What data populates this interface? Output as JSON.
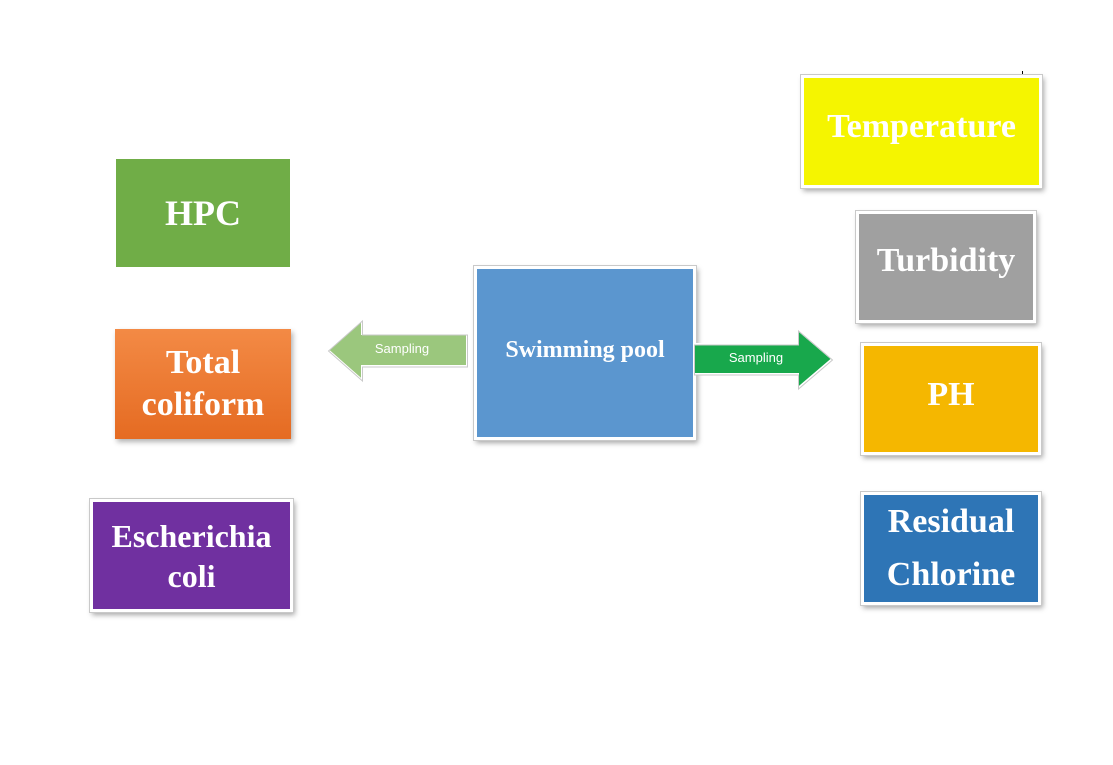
{
  "center": {
    "label": "Swimming pool",
    "color": "#5b96cf"
  },
  "arrows": {
    "left": {
      "label": "Sampling",
      "color": "#9bc77d"
    },
    "right": {
      "label": "Sampling",
      "color": "#18a84c"
    }
  },
  "left_boxes": [
    {
      "label": "HPC",
      "color": "#70ad47"
    },
    {
      "label": "Total\ncoliform",
      "color": "#ec7a33"
    },
    {
      "label": "Escherichia\ncoli",
      "color": "#7030a0"
    }
  ],
  "right_boxes": [
    {
      "label": "Temperature",
      "color": "#f5f500"
    },
    {
      "label": "Turbidity",
      "color": "#a0a0a0"
    },
    {
      "label": "PH",
      "color": "#f5b700"
    },
    {
      "label": "Residual\nChlorine",
      "color": "#2e75b6"
    }
  ]
}
